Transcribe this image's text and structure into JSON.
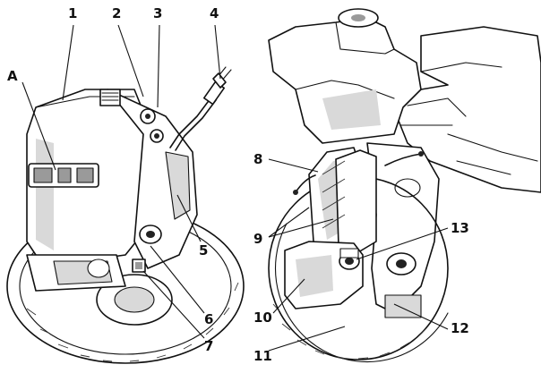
{
  "callouts": [
    {
      "id": "A",
      "text": "A"
    },
    {
      "id": "1",
      "text": "1"
    },
    {
      "id": "2",
      "text": "2"
    },
    {
      "id": "3",
      "text": "3"
    },
    {
      "id": "4",
      "text": "4"
    },
    {
      "id": "5",
      "text": "5"
    },
    {
      "id": "6",
      "text": "6"
    },
    {
      "id": "7",
      "text": "7"
    },
    {
      "id": "8",
      "text": "8"
    },
    {
      "id": "9",
      "text": "9"
    },
    {
      "id": "10",
      "text": "10"
    },
    {
      "id": "11",
      "text": "11"
    },
    {
      "id": "12",
      "text": "12"
    },
    {
      "id": "13",
      "text": "13"
    }
  ]
}
